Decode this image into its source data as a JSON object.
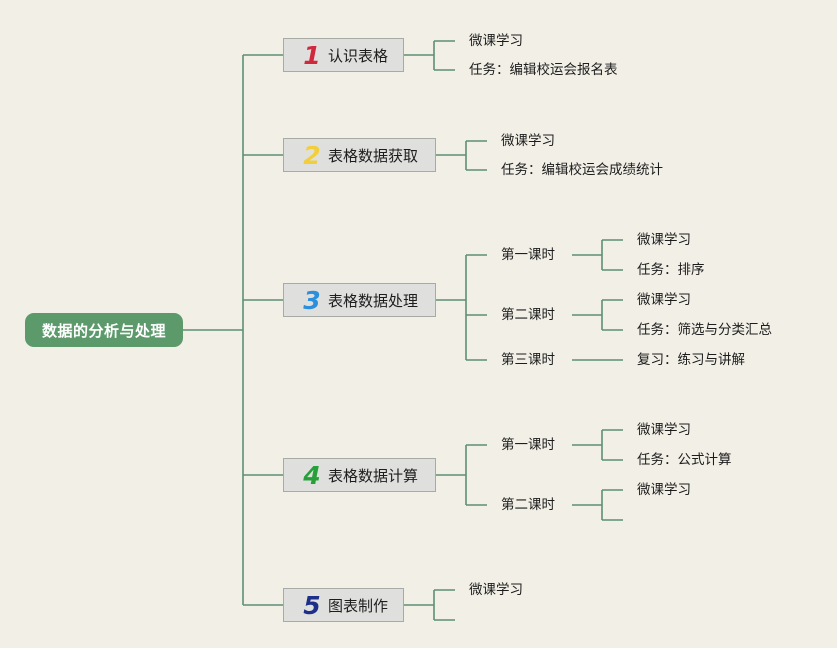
{
  "root": {
    "label": "数据的分析与处理"
  },
  "topics": [
    {
      "number": "1",
      "number_color": "#d0283c",
      "label": "认识表格",
      "children": [
        "微课学习",
        "任务：编辑校运会报名表"
      ]
    },
    {
      "number": "2",
      "number_color": "#f2cf3a",
      "label": "表格数据获取",
      "children": [
        "微课学习",
        "任务：编辑校运会成绩统计"
      ]
    },
    {
      "number": "3",
      "number_color": "#2a8fdc",
      "label": "表格数据处理",
      "sessions": [
        {
          "label": "第一课时",
          "items": [
            "微课学习",
            "任务：排序"
          ]
        },
        {
          "label": "第二课时",
          "items": [
            "微课学习",
            "任务：筛选与分类汇总"
          ]
        },
        {
          "label": "第三课时",
          "items": [
            "复习：练习与讲解"
          ]
        }
      ]
    },
    {
      "number": "4",
      "number_color": "#27a03a",
      "label": "表格数据计算",
      "sessions": [
        {
          "label": "第一课时",
          "items": [
            "微课学习",
            "任务：公式计算"
          ]
        },
        {
          "label": "第二课时",
          "items": [
            "微课学习"
          ]
        }
      ]
    },
    {
      "number": "5",
      "number_color": "#1e2f8a",
      "label": "图表制作",
      "children": [
        "微课学习"
      ]
    }
  ],
  "colors": {
    "line": "#5e8f75",
    "background": "#f1efe6",
    "root": "#5c9a6c"
  }
}
